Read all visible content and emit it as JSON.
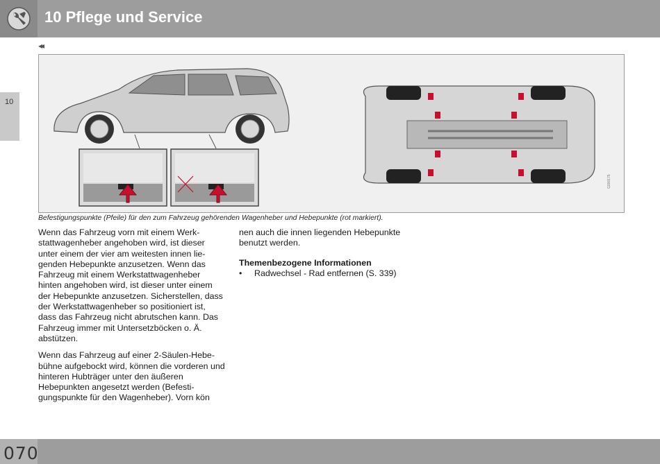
{
  "header": {
    "title": "10 Pflege und Service",
    "icon": "wrench-service-icon"
  },
  "side_tab": {
    "label": "10"
  },
  "nav": {
    "back_marker": "◂◂"
  },
  "figure": {
    "code": "G000175",
    "caption": "Befestigungspunkte (Pfeile) für den zum Fahrzeug gehörenden Wagenheber und Hebepunkte (rot markiert).",
    "accent_color": "#c8102e"
  },
  "body": {
    "left_paragraphs": [
      "Wenn das Fahrzeug vorn mit einem Werk­stattwagenheber angehoben wird, ist dieser unter einem der vier am weitesten innen lie­genden Hebepunkte anzusetzen. Wenn das Fahrzeug mit einem Werkstattwagenheber hinten angehoben wird, ist dieser unter einem der Hebepunkte anzusetzen. Sicherstellen, dass der Werkstattwagenheber so positio­niert ist, dass das Fahrzeug nicht abrutschen kann. Das Fahrzeug immer mit Untersetzbö­cken o. Ä. abstützen.",
      "Wenn das Fahrzeug auf einer 2-Säulen-Hebe­bühne aufgebockt wird, können die vorderen und hinteren Hubträger unter den äußeren Hebepunkten angesetzt werden (Befesti­gungspunkte für den Wagenheber). Vorn kön­"
    ],
    "right_paragraph": "nen auch die innen liegenden Hebepunkte benutzt werden.",
    "related_heading": "Themenbezogene Informationen",
    "related_items": [
      {
        "bullet": "•",
        "text": "Radwechsel - Rad entfernen (S. 339)"
      }
    ]
  },
  "footer": {
    "page_number": "070"
  }
}
